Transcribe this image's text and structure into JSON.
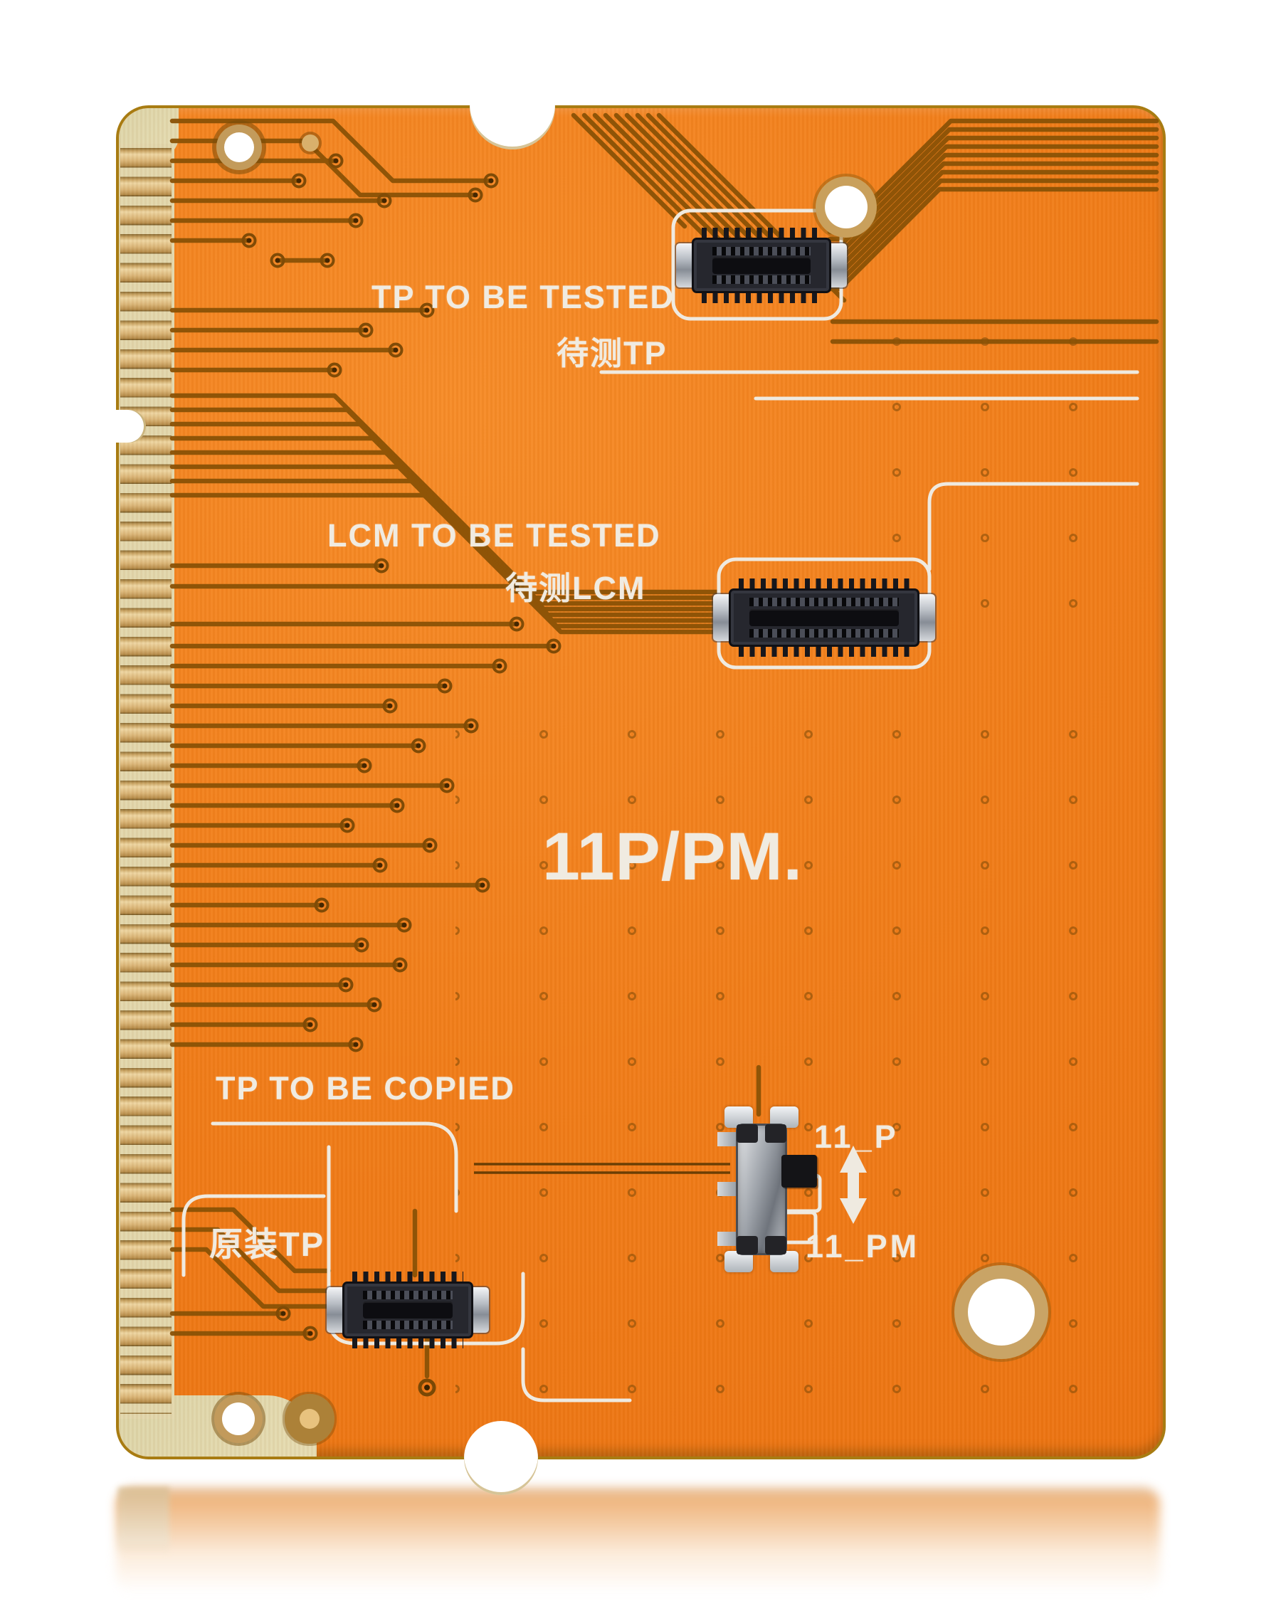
{
  "photo": {
    "background_color": "#FFFFFF",
    "board": {
      "soldermask_color": "#F07C18",
      "trace_color": "#8A5206",
      "silkscreen_color": "#EFEAE0",
      "gold_finger_color": "#D4AC6E",
      "labels": {
        "tp_test_en": "TP TO BE TESTED",
        "tp_test_cn": "待测TP",
        "lcm_test_en": "LCM TO BE TESTED",
        "lcm_test_cn": "待测LCM",
        "model": "11P/PM.",
        "tp_copy_en": "TP TO BE COPIED",
        "tp_copy_cn": "原装TP",
        "switch_position_top": "11_P",
        "switch_position_bottom": "11_PM"
      }
    }
  }
}
